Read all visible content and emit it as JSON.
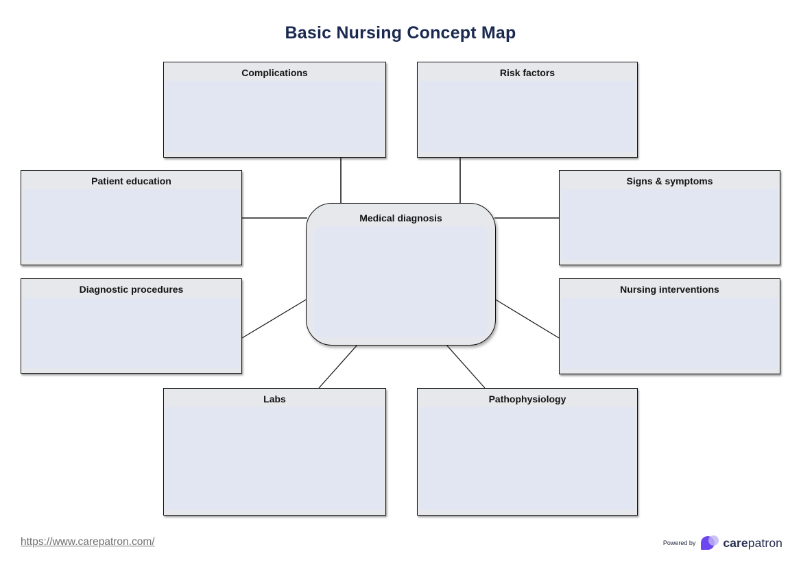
{
  "page": {
    "title": "Basic Nursing Concept Map"
  },
  "map": {
    "center": {
      "label": "Medical diagnosis"
    },
    "nodes": {
      "complications": {
        "label": "Complications"
      },
      "risk_factors": {
        "label": "Risk factors"
      },
      "patient_education": {
        "label": "Patient education"
      },
      "signs_symptoms": {
        "label": "Signs & symptoms"
      },
      "diagnostic_procedures": {
        "label": "Diagnostic procedures"
      },
      "nursing_interventions": {
        "label": "Nursing interventions"
      },
      "labs": {
        "label": "Labs"
      },
      "pathophysiology": {
        "label": "Pathophysiology"
      }
    }
  },
  "footer": {
    "url": "https://www.carepatron.com/",
    "powered_by": "Powered by",
    "brand_bold": "care",
    "brand_regular": "patron"
  },
  "colors": {
    "title_navy": "#1a2950",
    "box_header_gray": "#e7e8ec",
    "box_body_lavender": "#e2e6f3",
    "box_border": "#0e0e0e",
    "connector": "#1c1c1c",
    "url_gray": "#6f6f6f",
    "brand_navy": "#252c4e",
    "brand_purple": "#6C47F0",
    "brand_purple_light": "#c1b5f5"
  }
}
